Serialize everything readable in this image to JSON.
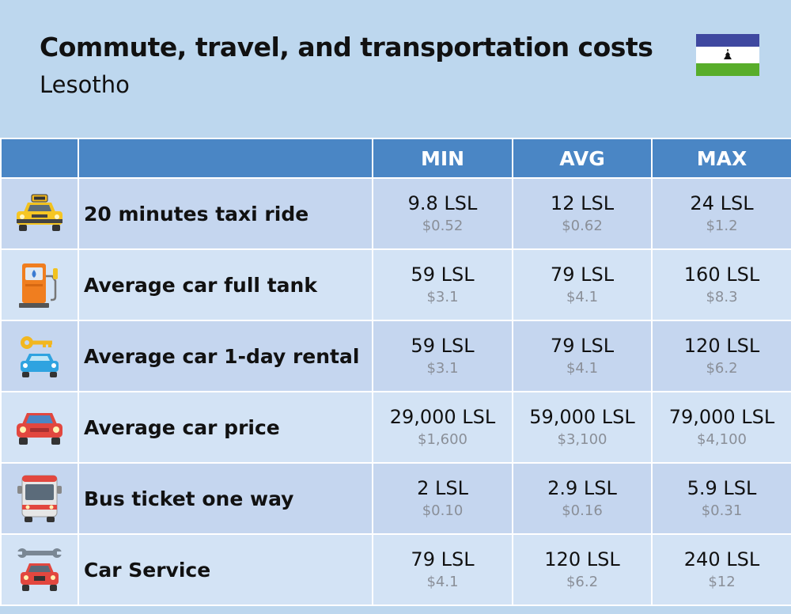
{
  "header": {
    "title": "Commute, travel, and transportation costs",
    "subtitle": "Lesotho"
  },
  "colors": {
    "background": "#bdd7ee",
    "header_row": "#4a86c5",
    "row_odd": "#c5d6ef",
    "row_even": "#d3e3f5",
    "usd_text": "#8a8f98",
    "flag_blue": "#3f48a0",
    "flag_white": "#ffffff",
    "flag_green": "#58ad2a"
  },
  "chart_data": {
    "type": "table",
    "columns": [
      "MIN",
      "AVG",
      "MAX"
    ],
    "rows": [
      {
        "label": "20 minutes taxi ride",
        "icon": "taxi-icon",
        "min": {
          "lsl": "9.8 LSL",
          "usd": "$0.52"
        },
        "avg": {
          "lsl": "12 LSL",
          "usd": "$0.62"
        },
        "max": {
          "lsl": "24 LSL",
          "usd": "$1.2"
        }
      },
      {
        "label": "Average car full tank",
        "icon": "fuel-pump-icon",
        "min": {
          "lsl": "59 LSL",
          "usd": "$3.1"
        },
        "avg": {
          "lsl": "79 LSL",
          "usd": "$4.1"
        },
        "max": {
          "lsl": "160 LSL",
          "usd": "$8.3"
        }
      },
      {
        "label": "Average car 1-day rental",
        "icon": "car-key-icon",
        "min": {
          "lsl": "59 LSL",
          "usd": "$3.1"
        },
        "avg": {
          "lsl": "79 LSL",
          "usd": "$4.1"
        },
        "max": {
          "lsl": "120 LSL",
          "usd": "$6.2"
        }
      },
      {
        "label": "Average car price",
        "icon": "car-icon",
        "min": {
          "lsl": "29,000 LSL",
          "usd": "$1,600"
        },
        "avg": {
          "lsl": "59,000 LSL",
          "usd": "$3,100"
        },
        "max": {
          "lsl": "79,000 LSL",
          "usd": "$4,100"
        }
      },
      {
        "label": "Bus ticket one way",
        "icon": "bus-icon",
        "min": {
          "lsl": "2 LSL",
          "usd": "$0.10"
        },
        "avg": {
          "lsl": "2.9 LSL",
          "usd": "$0.16"
        },
        "max": {
          "lsl": "5.9 LSL",
          "usd": "$0.31"
        }
      },
      {
        "label": "Car Service",
        "icon": "car-service-icon",
        "min": {
          "lsl": "79 LSL",
          "usd": "$4.1"
        },
        "avg": {
          "lsl": "120 LSL",
          "usd": "$6.2"
        },
        "max": {
          "lsl": "240 LSL",
          "usd": "$12"
        }
      }
    ]
  }
}
